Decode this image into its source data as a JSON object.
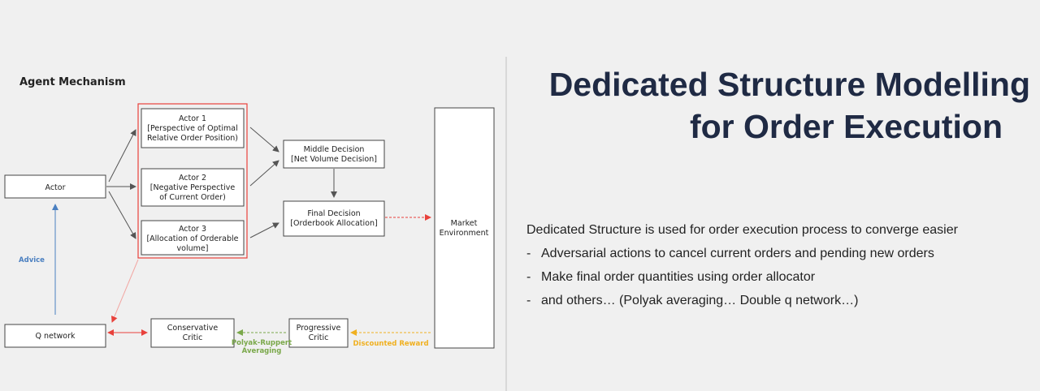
{
  "title": {
    "line1": "Dedicated Structure Modelling",
    "line2": "for Order Execution"
  },
  "diagram": {
    "heading": "Agent Mechanism",
    "actor": "Actor",
    "actor1": [
      "Actor 1",
      "[Perspective of Optimal",
      "Relative Order Position)"
    ],
    "actor2": [
      "Actor 2",
      "[Negative Perspective",
      "of Current Order)"
    ],
    "actor3": [
      "Actor 3",
      "[Allocation  of Orderable",
      "volume]"
    ],
    "middle_decision": [
      "Middle Decision",
      "[Net Volume Decision]"
    ],
    "final_decision": [
      "Final Decision",
      "[Orderbook Allocation]"
    ],
    "market": [
      "Market",
      "Environment"
    ],
    "q_network": "Q network",
    "conservative_critic": [
      "Conservative",
      "Critic"
    ],
    "progressive_critic": [
      "Progressive",
      "Critic"
    ],
    "advice_label": "Advice",
    "polyak_label": [
      "Polyak-Ruppert",
      "Averaging"
    ],
    "reward_label": "Discounted Reward"
  },
  "content": {
    "intro": "Dedicated Structure is used for order execution process to converge easier",
    "bullets": [
      "Adversarial actions to cancel current orders and pending new orders",
      "Make final order quantities using order allocator",
      "and others… (Polyak averaging… Double q network…)"
    ]
  },
  "colors": {
    "title": "#1f2a44",
    "red_highlight": "#e8413b",
    "advice_blue": "#4a7fc0",
    "polyak_green": "#7aa84a",
    "reward_orange": "#f0b020"
  }
}
